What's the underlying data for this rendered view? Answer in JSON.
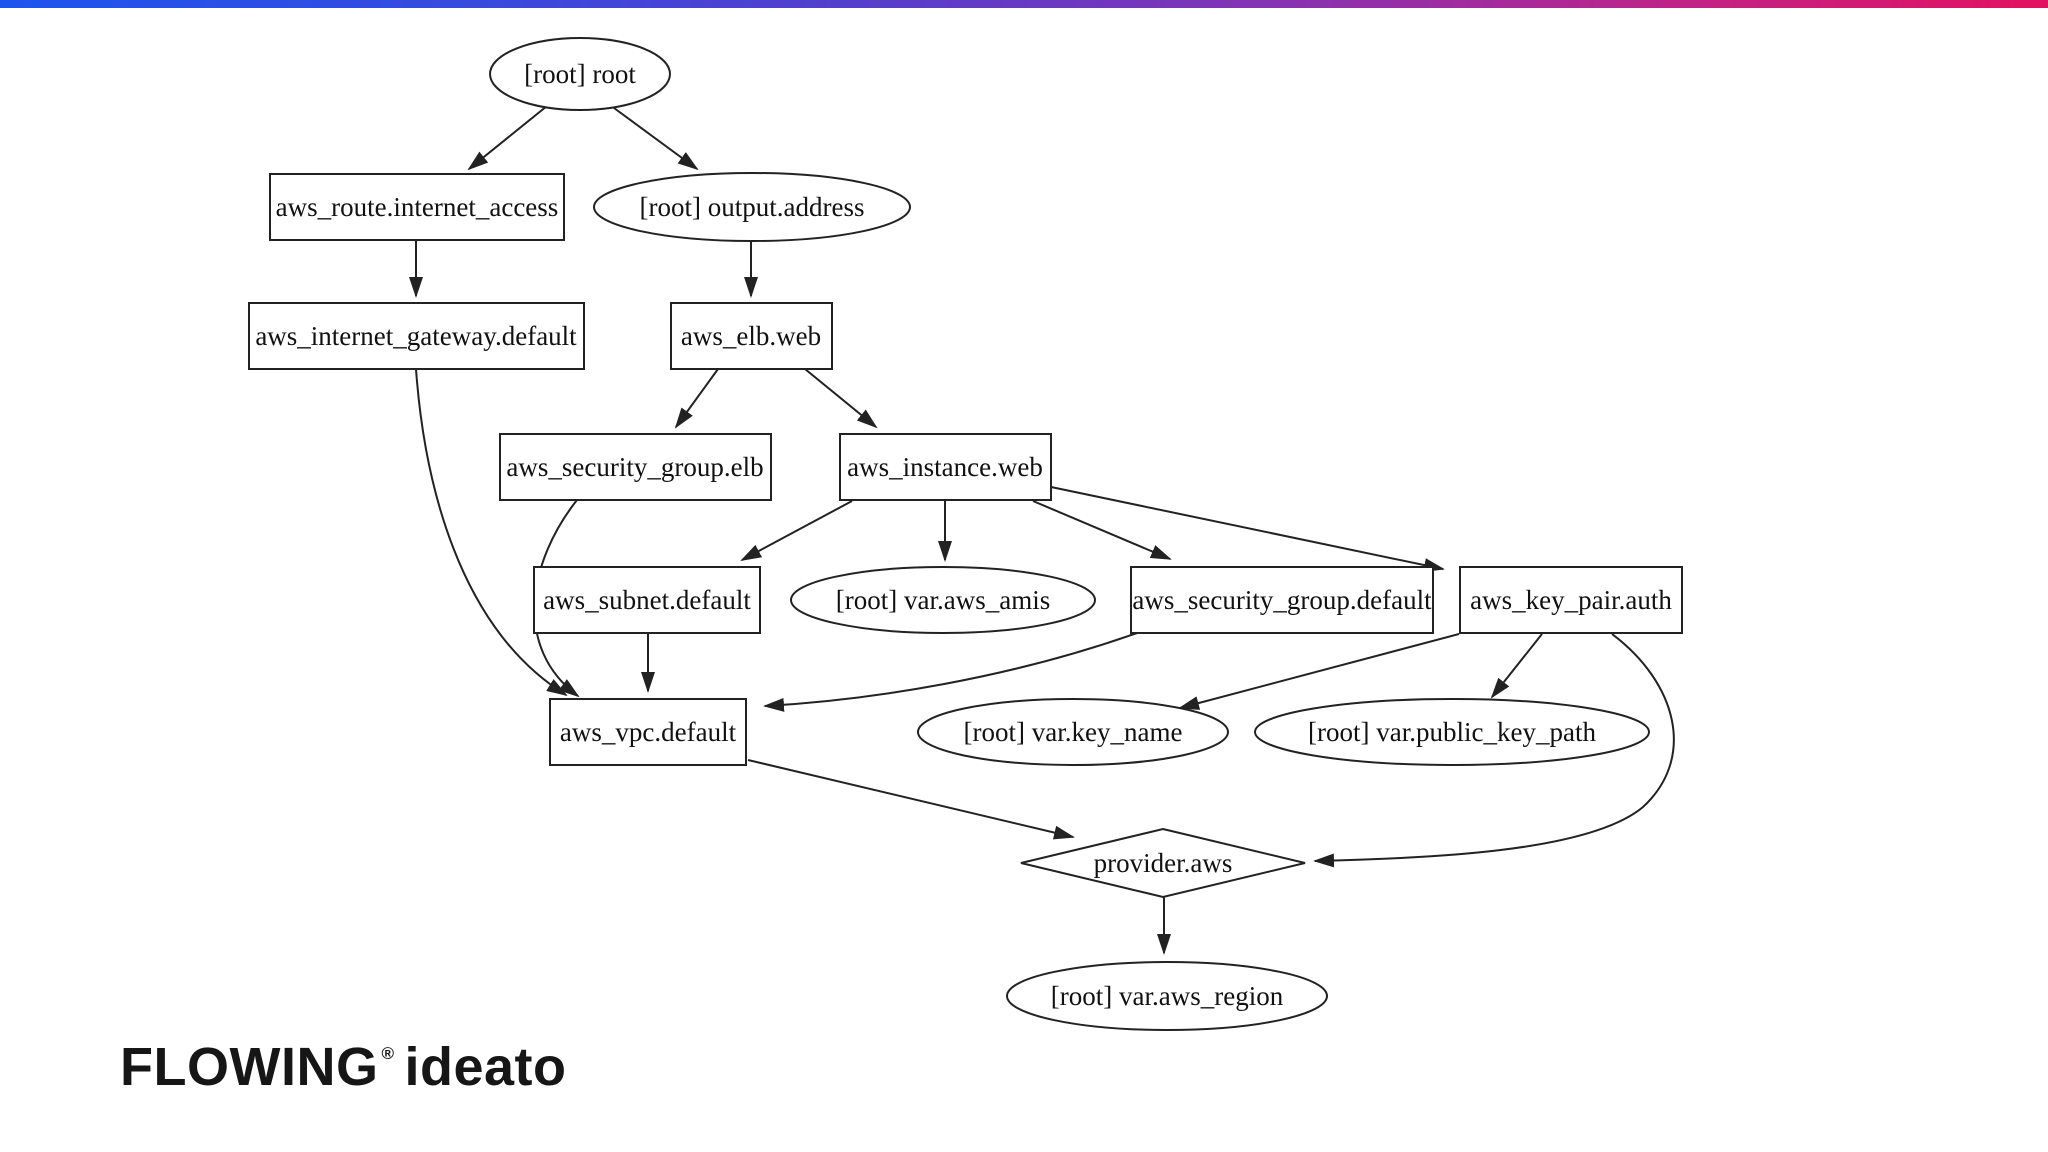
{
  "top_bar": {
    "gradient_colors": [
      "#1d54ee",
      "#5b3cc9",
      "#8433b4",
      "#c02387",
      "#e31160"
    ]
  },
  "diagram": {
    "nodes": [
      {
        "id": "root",
        "label": "[root] root",
        "shape": "ellipse"
      },
      {
        "id": "route",
        "label": "aws_route.internet_access",
        "shape": "box"
      },
      {
        "id": "output_address",
        "label": "[root] output.address",
        "shape": "ellipse"
      },
      {
        "id": "igw",
        "label": "aws_internet_gateway.default",
        "shape": "box"
      },
      {
        "id": "elb",
        "label": "aws_elb.web",
        "shape": "box"
      },
      {
        "id": "sg_elb",
        "label": "aws_security_group.elb",
        "shape": "box"
      },
      {
        "id": "instance",
        "label": "aws_instance.web",
        "shape": "box"
      },
      {
        "id": "subnet",
        "label": "aws_subnet.default",
        "shape": "box"
      },
      {
        "id": "var_aws_amis",
        "label": "[root] var.aws_amis",
        "shape": "ellipse"
      },
      {
        "id": "sg_default",
        "label": "aws_security_group.default",
        "shape": "box"
      },
      {
        "id": "key_pair",
        "label": "aws_key_pair.auth",
        "shape": "box"
      },
      {
        "id": "vpc",
        "label": "aws_vpc.default",
        "shape": "box"
      },
      {
        "id": "var_key_name",
        "label": "[root] var.key_name",
        "shape": "ellipse"
      },
      {
        "id": "var_public_key_path",
        "label": "[root] var.public_key_path",
        "shape": "ellipse"
      },
      {
        "id": "provider",
        "label": "provider.aws",
        "shape": "diamond"
      },
      {
        "id": "var_aws_region",
        "label": "[root] var.aws_region",
        "shape": "ellipse"
      }
    ],
    "edges": [
      {
        "from": "root",
        "to": "route"
      },
      {
        "from": "root",
        "to": "output_address"
      },
      {
        "from": "route",
        "to": "igw"
      },
      {
        "from": "output_address",
        "to": "elb"
      },
      {
        "from": "elb",
        "to": "sg_elb"
      },
      {
        "from": "elb",
        "to": "instance"
      },
      {
        "from": "instance",
        "to": "subnet"
      },
      {
        "from": "instance",
        "to": "var_aws_amis"
      },
      {
        "from": "instance",
        "to": "sg_default"
      },
      {
        "from": "instance",
        "to": "key_pair"
      },
      {
        "from": "igw",
        "to": "vpc"
      },
      {
        "from": "sg_elb",
        "to": "vpc"
      },
      {
        "from": "subnet",
        "to": "vpc"
      },
      {
        "from": "sg_default",
        "to": "vpc"
      },
      {
        "from": "key_pair",
        "to": "var_key_name"
      },
      {
        "from": "key_pair",
        "to": "var_public_key_path"
      },
      {
        "from": "key_pair",
        "to": "provider"
      },
      {
        "from": "vpc",
        "to": "provider"
      },
      {
        "from": "provider",
        "to": "var_aws_region"
      }
    ]
  },
  "brand": {
    "primary": "FLOWING",
    "registered": "®",
    "secondary": "ideato"
  }
}
